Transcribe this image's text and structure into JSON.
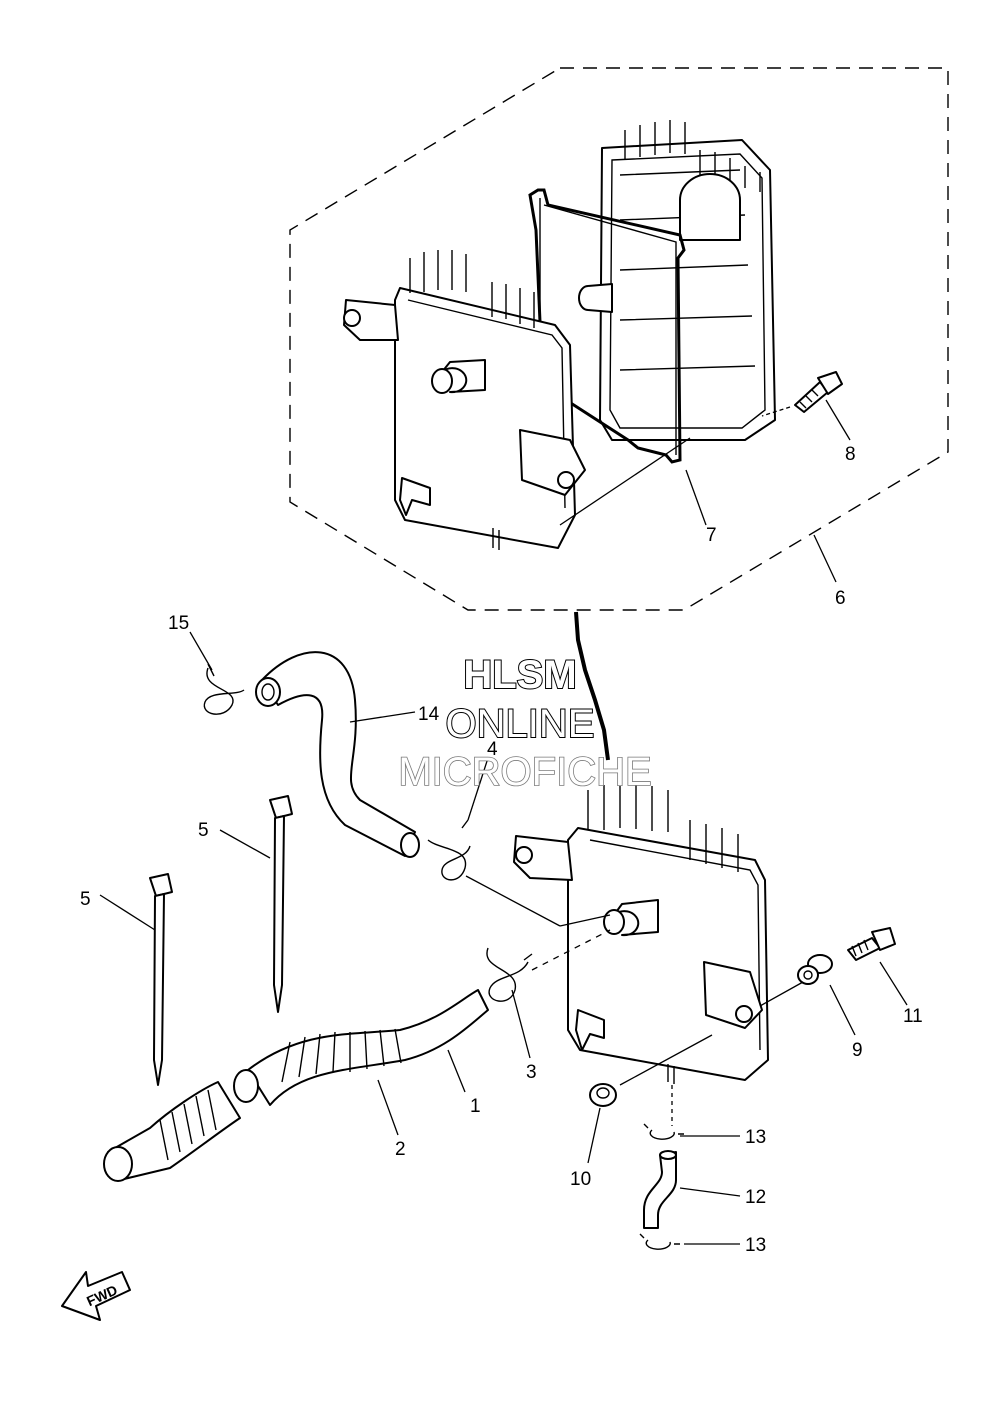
{
  "watermark": {
    "line1": "HLSM",
    "line2": "ONLINE",
    "line3": "MICROFICHE"
  },
  "direction_arrow": {
    "label": "FWD",
    "icon": "arrow-down-left-icon"
  },
  "callouts": [
    {
      "id": "c1",
      "text": "1"
    },
    {
      "id": "c2",
      "text": "2"
    },
    {
      "id": "c3",
      "text": "3"
    },
    {
      "id": "c4",
      "text": "4"
    },
    {
      "id": "c5a",
      "text": "5"
    },
    {
      "id": "c5b",
      "text": "5"
    },
    {
      "id": "c6",
      "text": "6"
    },
    {
      "id": "c7",
      "text": "7"
    },
    {
      "id": "c8",
      "text": "8"
    },
    {
      "id": "c9",
      "text": "9"
    },
    {
      "id": "c10",
      "text": "10"
    },
    {
      "id": "c11",
      "text": "11"
    },
    {
      "id": "c12",
      "text": "12"
    },
    {
      "id": "c13a",
      "text": "13"
    },
    {
      "id": "c13b",
      "text": "13"
    },
    {
      "id": "c14",
      "text": "14"
    },
    {
      "id": "c15",
      "text": "15"
    }
  ]
}
